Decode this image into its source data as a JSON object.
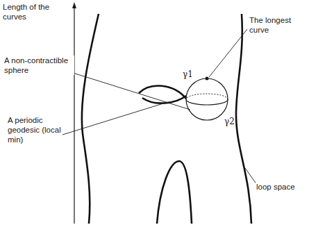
{
  "diagram": {
    "labels": [
      "Length of the curves",
      "The longest curve",
      "γ1",
      "γ2",
      "A non-contractible sphere",
      "A periodic geodesic (local min)",
      "loop space"
    ]
  }
}
